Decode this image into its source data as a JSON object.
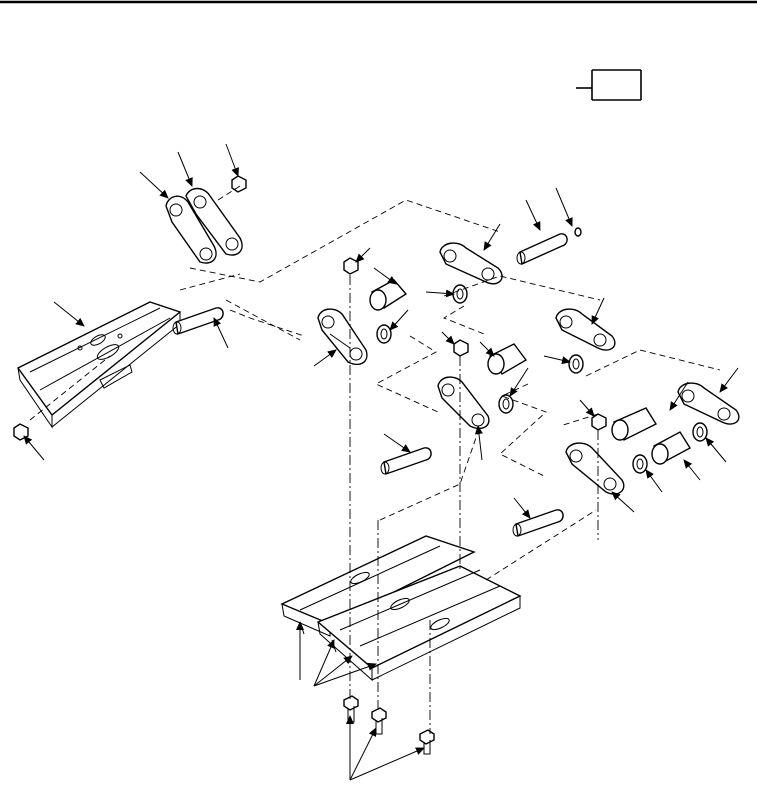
{
  "figure": {
    "header_rule": true,
    "zone_marker": true
  },
  "parts": {
    "track_shoe_upper_left": "track-shoe",
    "track_shoes_lower_stack": "track-shoe-assembly",
    "link_pairs": "track-link",
    "pins": "track-pin",
    "bushings": "track-bushing",
    "seals": "seal-ring",
    "nuts": "hex-nut",
    "bolts": "shoe-bolt"
  },
  "colors": {
    "ink": "#000000",
    "paper": "#ffffff"
  }
}
